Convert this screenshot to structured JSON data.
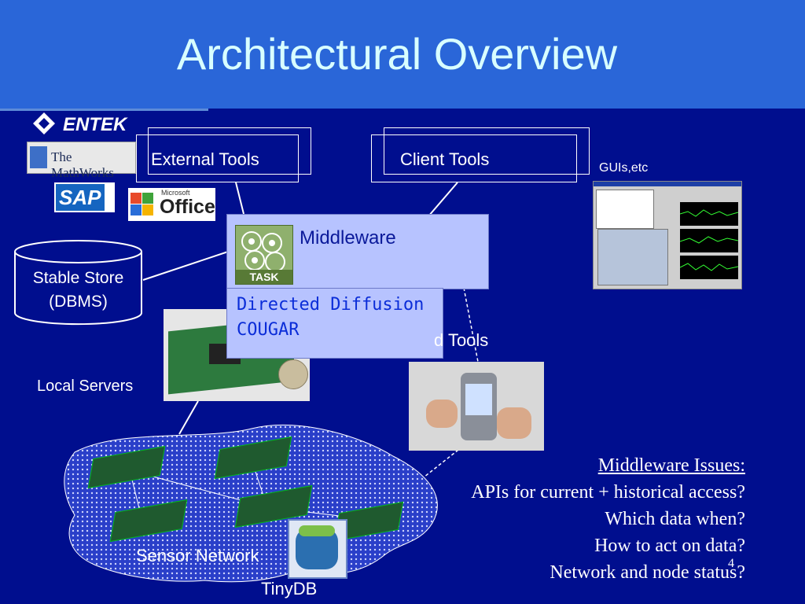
{
  "slide": {
    "title": "Architectural Overview",
    "page_number": "4"
  },
  "logos": {
    "entek": "ENTEK",
    "mathworks": "The MathWorks",
    "sap": "SAP",
    "office_small": "Microsoft",
    "office": "Office",
    "task": "TASK"
  },
  "nodes": {
    "external_tools": "External Tools",
    "client_tools": "Client Tools",
    "guis": "GUIs,etc",
    "middleware": "Middleware",
    "directed_diffusion": "Directed Diffusion",
    "cougar": "COUGAR",
    "stable_store_line1": "Stable Store",
    "stable_store_line2": "(DBMS)",
    "handheld_tools": "d Tools",
    "local_servers": "Local Servers",
    "sensor_network": "Sensor Network",
    "tinydb": "TinyDB"
  },
  "issues": {
    "heading": "Middleware Issues:",
    "items": [
      "APIs for current + historical access?",
      "Which data when?",
      "How to act on data?",
      "Network and node status?"
    ]
  },
  "colors": {
    "background": "#000e8e",
    "header": "#2a66d8",
    "title": "#d8ffff",
    "middleware_fill": "#b7c3ff",
    "protocol_text": "#0b2dd8"
  }
}
